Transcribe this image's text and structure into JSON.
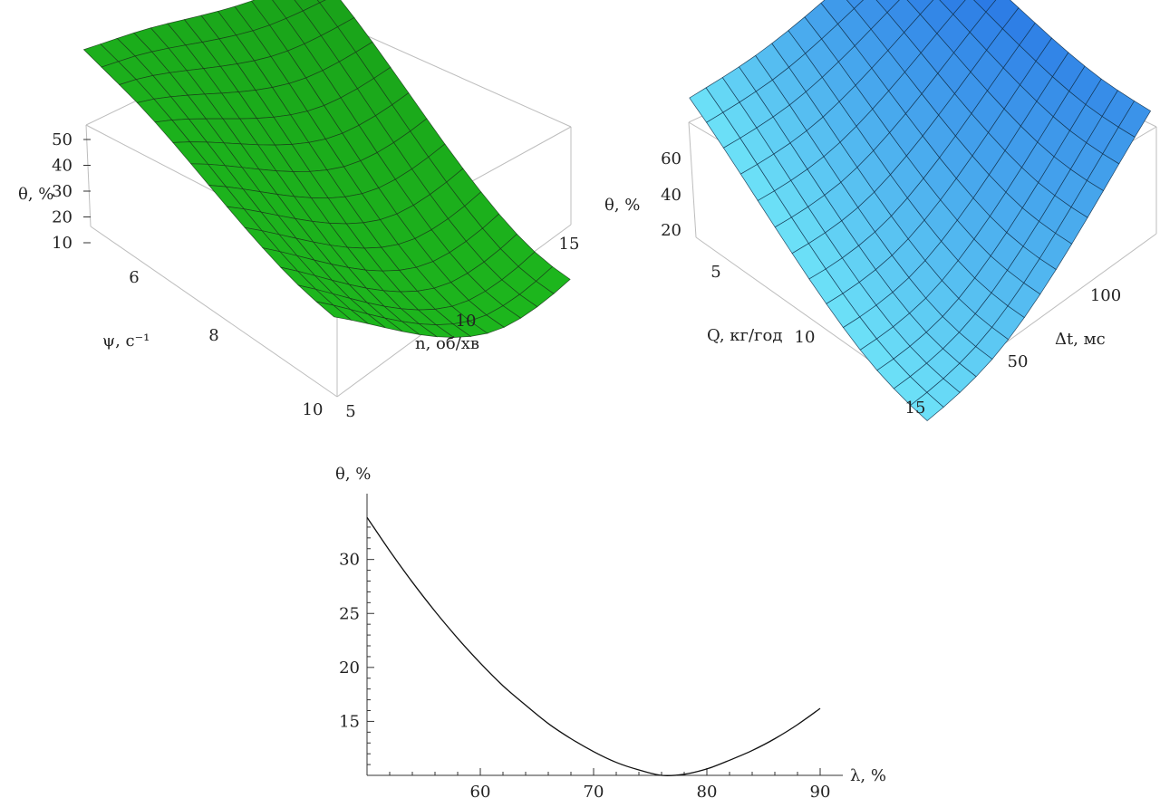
{
  "chart_data": [
    {
      "type": "surface",
      "colors": {
        "surface": "#22d022",
        "surface_dark": "#158a15",
        "mesh": "#1a3a1a"
      },
      "zlabel": "θ, %",
      "xlabel": "ψ, с⁻¹",
      "ylabel": "n, об/хв",
      "x_ticks": [
        "6",
        "8",
        "10"
      ],
      "y_ticks": [
        "5",
        "10",
        "15"
      ],
      "z_ticks": [
        "10",
        "20",
        "30",
        "40",
        "50"
      ],
      "xlim": [
        5,
        10
      ],
      "ylim": [
        5,
        16
      ],
      "zlim": [
        10,
        52
      ],
      "surface_values": {
        "x_min": 5,
        "x_max": 10,
        "y_min": 5,
        "y_max": 16,
        "corners": {
          "x5_y5": 50,
          "x5_y16": 46,
          "x10_y5": 33,
          "x10_y16": 31
        },
        "minimum": {
          "x": 9.2,
          "y": 12.5,
          "z": 11
        }
      }
    },
    {
      "type": "surface",
      "colors": {
        "surface": "#6fe6f8",
        "surface_dark": "#1a5fe0",
        "mesh": "#0f2f4a"
      },
      "zlabel": "θ, %",
      "xlabel": "Q, кг/год",
      "ylabel": "Δt, мс",
      "x_ticks": [
        "5",
        "10",
        "15"
      ],
      "y_ticks": [
        "50",
        "100"
      ],
      "z_ticks": [
        "20",
        "40",
        "60"
      ],
      "xlim": [
        2,
        15
      ],
      "ylim": [
        20,
        130
      ],
      "zlim": [
        12,
        75
      ],
      "surface_values": {
        "x_min": 2,
        "x_max": 15,
        "y_min": 20,
        "y_max": 130,
        "corners": {
          "x2_y20": 71,
          "x2_y130": 72,
          "x15_y20": 24,
          "x15_y130": 68
        },
        "minimum": {
          "x": 12,
          "y": 55,
          "z": 14
        }
      }
    },
    {
      "type": "line",
      "xlabel": "λ, %",
      "ylabel": "θ, %",
      "x_ticks": [
        "60",
        "70",
        "80",
        "90"
      ],
      "y_ticks": [
        "15",
        "20",
        "25",
        "30"
      ],
      "xlim": [
        50,
        90
      ],
      "ylim": [
        10,
        34
      ],
      "series": [
        {
          "x": [
            50,
            52,
            54,
            56,
            58,
            60,
            62,
            64,
            66,
            68,
            70,
            72,
            74,
            76,
            78,
            80,
            82,
            84,
            86,
            88,
            90
          ],
          "y": [
            33.9,
            30.8,
            27.9,
            25.2,
            22.7,
            20.4,
            18.3,
            16.5,
            14.8,
            13.4,
            12.2,
            11.2,
            10.5,
            10.0,
            10.1,
            10.6,
            11.4,
            12.3,
            13.4,
            14.7,
            16.2
          ]
        }
      ]
    }
  ]
}
